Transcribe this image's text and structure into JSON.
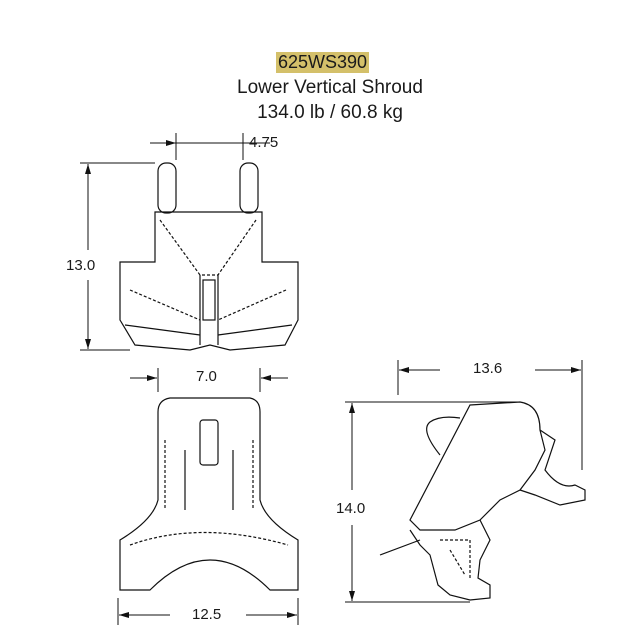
{
  "part_number": "625WS390",
  "part_name": "Lower Vertical Shroud",
  "weight": "134.0 lb / 60.8 kg",
  "highlight_color": "#d4c06a",
  "dimensions": {
    "front_post_spacing": "4.75",
    "front_height": "13.0",
    "top_inner_width": "7.0",
    "top_overall_width": "12.5",
    "side_depth": "13.6",
    "side_height": "14.0"
  }
}
